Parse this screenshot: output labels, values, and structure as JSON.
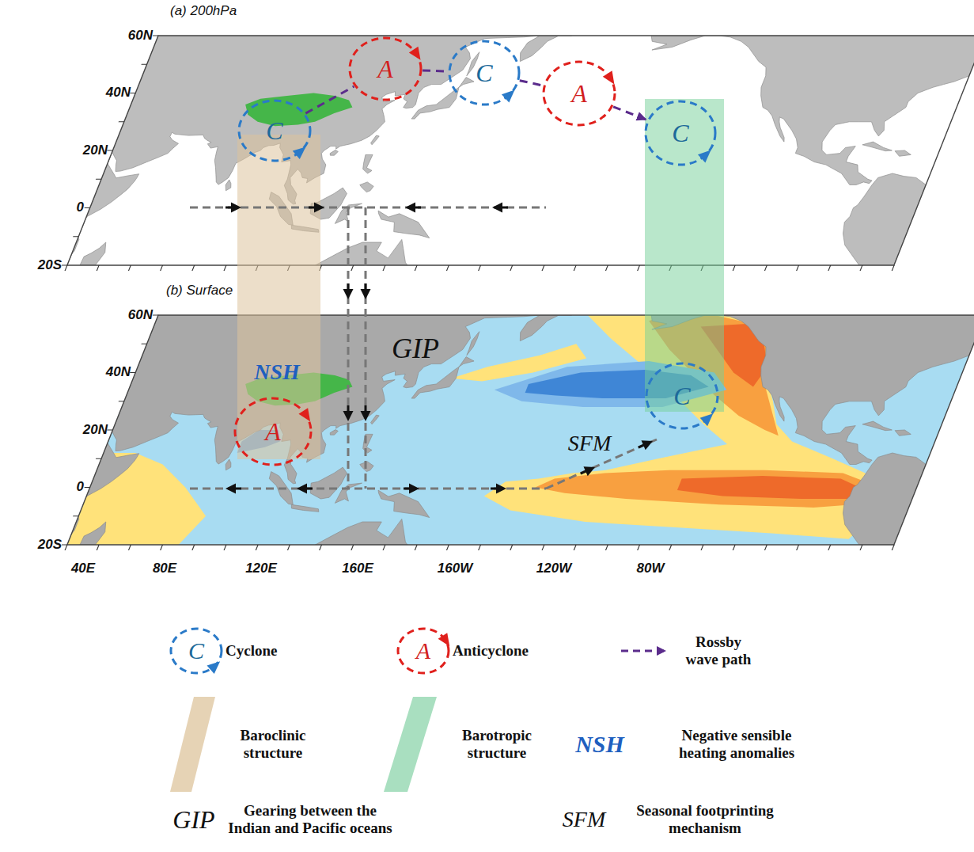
{
  "diagram": {
    "nodes": [
      {
        "text": [
          "C"
        ]
      },
      {
        "text": [
          "A"
        ]
      },
      {
        "text": [
          "C"
        ]
      },
      {
        "text": [
          "A"
        ]
      },
      {
        "text": [
          "C"
        ]
      },
      {
        "text": [
          "A"
        ]
      },
      {
        "text": [
          "C"
        ]
      }
    ],
    "edges": [
      {
        "from": 0,
        "to": 1,
        "arrow": "none"
      },
      {
        "from": 1,
        "to": 2,
        "arrow": "none"
      },
      {
        "from": 2,
        "to": 3,
        "arrow": "none"
      },
      {
        "from": 3,
        "to": 4,
        "arrow": "to"
      }
    ],
    "labels": [
      "(a) 200hPa",
      "60N",
      "40N",
      "20N",
      "0",
      "20S",
      "(b) Surface",
      "60N",
      "40N",
      "20N",
      "0",
      "20S",
      "40E",
      "80E",
      "120E",
      "160E",
      "160W",
      "120W",
      "80W",
      "GIP",
      "NSH",
      "SFM",
      "C",
      "A",
      "NSH",
      "GIP",
      "SFM"
    ],
    "legend": [
      {
        "text": "Cyclone"
      },
      {
        "text": "Anticyclone"
      },
      {
        "text": "Rossby wave path"
      },
      {
        "text": "Baroclinic structure",
        "color": "#e6d3b5"
      },
      {
        "text": "Barotropic structure",
        "color": "#a9dfc0"
      },
      {
        "text": "Negative sensible heating anomalies"
      },
      {
        "text": "Gearing between the Indian and Pacific oceans"
      },
      {
        "text": "Seasonal footprinting mechanism"
      }
    ]
  }
}
